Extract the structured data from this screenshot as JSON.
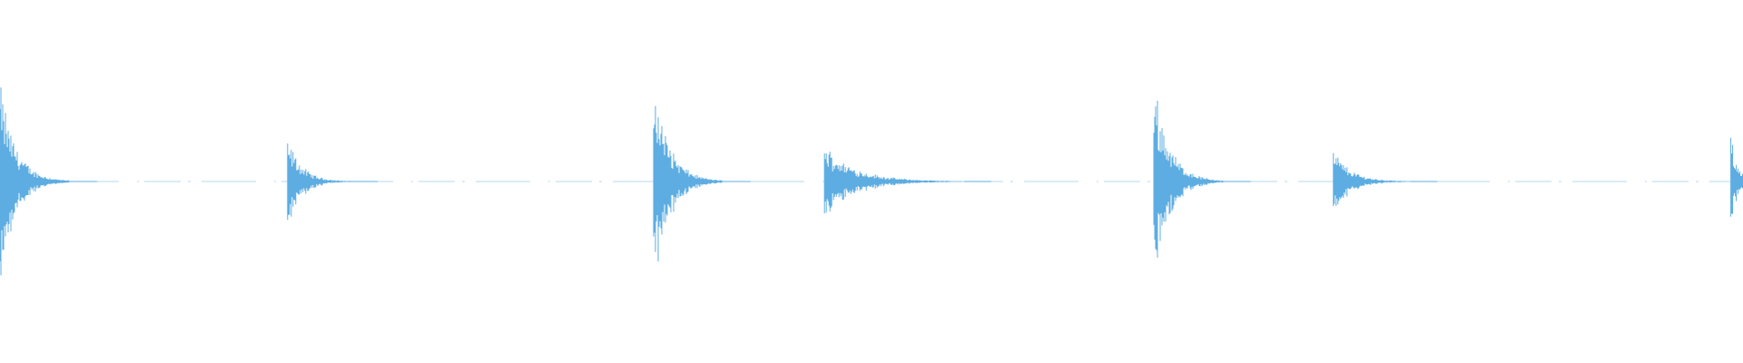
{
  "waveform": {
    "color": "#5dade2",
    "background": "#ffffff",
    "duration_relative": 1.0,
    "onsets": [
      {
        "position": 0.0,
        "amplitude": 0.95,
        "decay": 0.02
      },
      {
        "position": 0.165,
        "amplitude": 0.42,
        "decay": 0.018
      },
      {
        "position": 0.375,
        "amplitude": 1.0,
        "decay": 0.02
      },
      {
        "position": 0.473,
        "amplitude": 0.34,
        "decay": 0.04
      },
      {
        "position": 0.662,
        "amplitude": 0.98,
        "decay": 0.02
      },
      {
        "position": 0.765,
        "amplitude": 0.31,
        "decay": 0.022
      },
      {
        "position": 0.993,
        "amplitude": 0.42,
        "decay": 0.01
      }
    ]
  }
}
